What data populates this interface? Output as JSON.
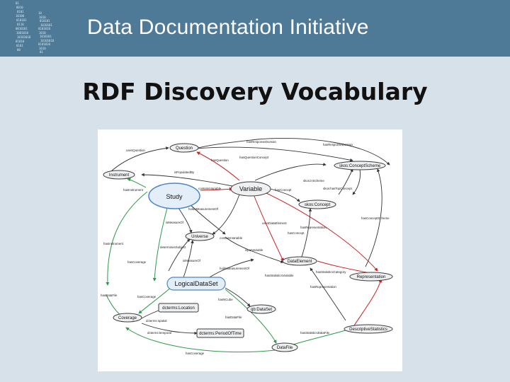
{
  "header": {
    "title": "Data Documentation Initiative",
    "binary_lines": [
      "01",
      "0010",
      "0101",
      "10100",
      "010101",
      "0110",
      "0010101",
      "1001010",
      "10101010",
      "01010",
      "0101",
      "00"
    ],
    "binary_lines_right": [
      "10",
      "1010",
      "010101",
      "1010101",
      "0101010",
      "1010",
      "1010101",
      "10101010",
      "0101010",
      "1010",
      "01"
    ]
  },
  "slide": {
    "title": "RDF Discovery Vocabulary"
  },
  "diagram": {
    "nodes": {
      "question": "Question",
      "instrument": "Instrument",
      "study": "Study",
      "variable": "Variable",
      "concept_scheme": "skos:ConceptScheme",
      "concept": "skos:Concept",
      "universe": "Universe",
      "data_element": "DataElement",
      "representation": "Representation",
      "logical_data_set": "LogicalDataSet",
      "dcterms_location": "dcterms:Location",
      "coverage": "Coverage",
      "qb_data_set": "qb:DataSet",
      "period_of_time": "dcterms:PeriodOfTime",
      "descriptive_statistics": "DescriptiveStatistics",
      "data_file": "DataFile"
    },
    "edges": {
      "uses_question": "usesQuestion",
      "has_response_domain_1": "hasResponseDomain",
      "has_response_domain_2": "hasResponseDomain",
      "has_question": "hasQuestion",
      "has_question_concept": "hasQuestionConcept",
      "is_populated_by": "isPopulatedBy",
      "has_instrument_1": "hasInstrument",
      "contains_variable_1": "containsVariable",
      "skos_in_scheme": "skos:inScheme",
      "skos_has_top_concept": "skos:hasTopConcept",
      "has_concept_1": "hasConcept",
      "holds_measurement_of_1": "holdsMeasurementOf",
      "has_concept_scheme": "hasConceptScheme",
      "is_measure_of_1": "isMeasureOf",
      "uses_data_element": "usesDataElement",
      "has_representation_1": "hasRepresentation",
      "has_concept_2": "hasConcept",
      "contains_variable_2": "containsVariable",
      "has_instrument_2": "hasInstrument",
      "determines_subject": "determinesSubject",
      "input_variable": "inputVariable",
      "has_coverage_1": "hasCoverage",
      "is_measure_of_2": "isMeasureOf",
      "holds_measurement_of_2": "holdsMeasurementOf",
      "has_statistics_category": "hasStatisticsCategory",
      "has_statistics_variable": "hasStatisticsVariable",
      "has_representation_2": "hasRepresentation",
      "has_data_file_1": "hasDataFile",
      "has_coverage_2": "hasCoverage",
      "has_n_cube": "hasNCube",
      "dcterms_spatial": "dcterms:spatial",
      "has_data_file_2": "hasDataFile",
      "dcterms_temporal": "dcterms:temporal",
      "has_statistics_data_file": "hasStatisticsDataFile",
      "has_coverage_3": "hasCoverage"
    }
  }
}
